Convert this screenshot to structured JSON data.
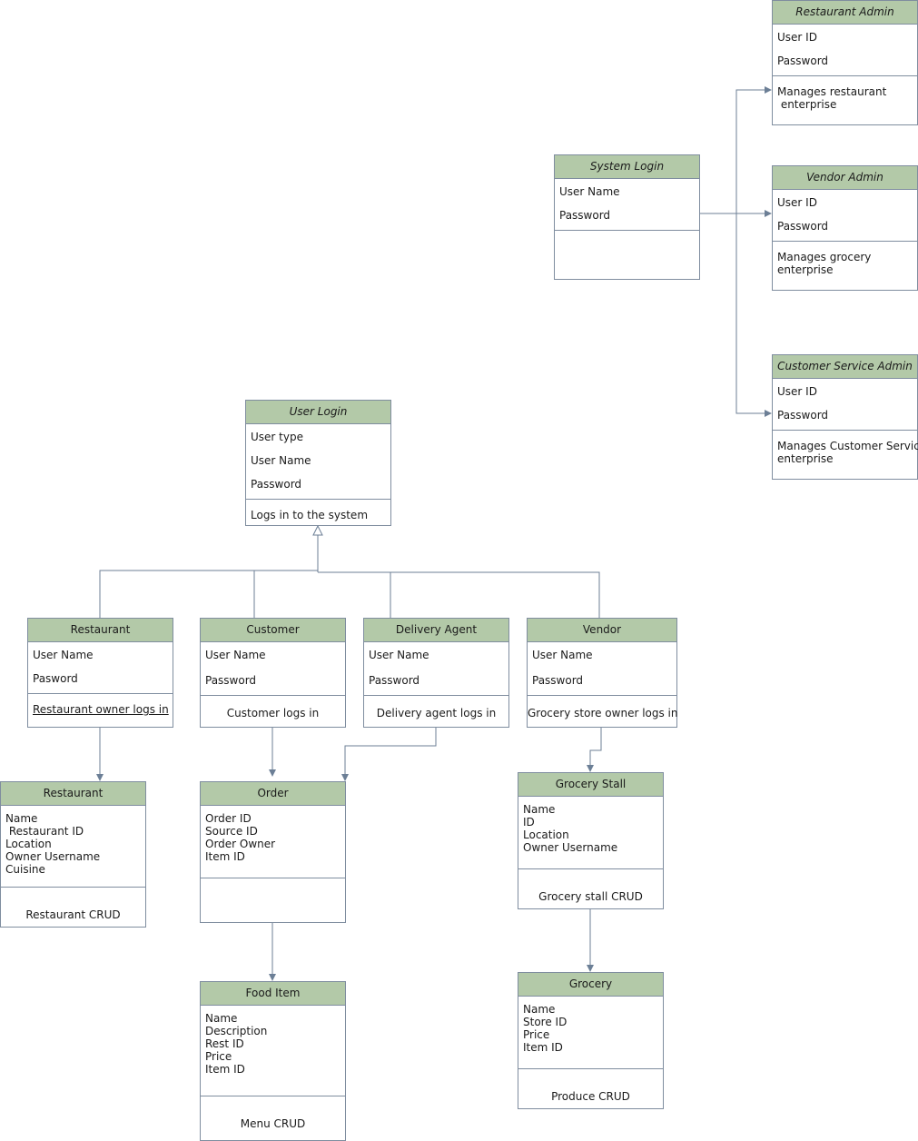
{
  "system_login": {
    "title": "System Login",
    "user_name": "User Name",
    "password": "Password"
  },
  "restaurant_admin": {
    "title": "Restaurant Admin",
    "user_id": "User ID",
    "password": "Password",
    "desc_line1": "Manages restaurant",
    "desc_line2": " enterprise"
  },
  "vendor_admin": {
    "title": "Vendor Admin",
    "user_id": "User ID",
    "password": "Password",
    "desc_line1": "Manages grocery",
    "desc_line2": "enterprise"
  },
  "cs_admin": {
    "title": "Customer Service Admin",
    "user_id": "User ID",
    "password": "Password",
    "desc_line1": "Manages Customer Service",
    "desc_line2": "enterprise"
  },
  "user_login": {
    "title": "User Login",
    "user_type": "User type",
    "user_name": "User Name",
    "password": "Password",
    "method": "Logs in to the system"
  },
  "restaurant_user": {
    "title": "Restaurant",
    "user_name": "User Name",
    "password": "Pasword",
    "method": "Restaurant owner logs in"
  },
  "customer": {
    "title": "Customer",
    "user_name": "User Name",
    "password": "Password",
    "method": "Customer logs in"
  },
  "delivery_agent": {
    "title": "Delivery Agent",
    "user_name": "User Name",
    "password": "Password",
    "method": "Delivery agent logs in"
  },
  "vendor": {
    "title": "Vendor",
    "user_name": "User Name",
    "password": "Password",
    "method": "Grocery store owner logs in"
  },
  "restaurant_entity": {
    "title": "Restaurant",
    "attrs": [
      "Name",
      " Restaurant ID",
      "Location",
      "Owner Username",
      "Cuisine"
    ],
    "method": "Restaurant CRUD"
  },
  "order": {
    "title": "Order",
    "attrs": [
      "Order ID",
      "Source ID",
      "Order Owner",
      "Item ID"
    ]
  },
  "food_item": {
    "title": "Food Item",
    "attrs": [
      "Name",
      "Description",
      "Rest ID",
      "Price",
      "Item ID"
    ],
    "method": "Menu CRUD"
  },
  "grocery_stall": {
    "title": "Grocery Stall",
    "attrs": [
      "Name",
      "ID",
      "Location",
      "Owner Username"
    ],
    "method": "Grocery stall CRUD"
  },
  "grocery": {
    "title": "Grocery",
    "attrs": [
      "Name",
      "Store ID",
      "Price",
      "Item ID"
    ],
    "method": "Produce CRUD"
  },
  "colors": {
    "header_fill": "#b3c9a8",
    "border": "#7f8d9f",
    "edge": "#6c7f96"
  }
}
